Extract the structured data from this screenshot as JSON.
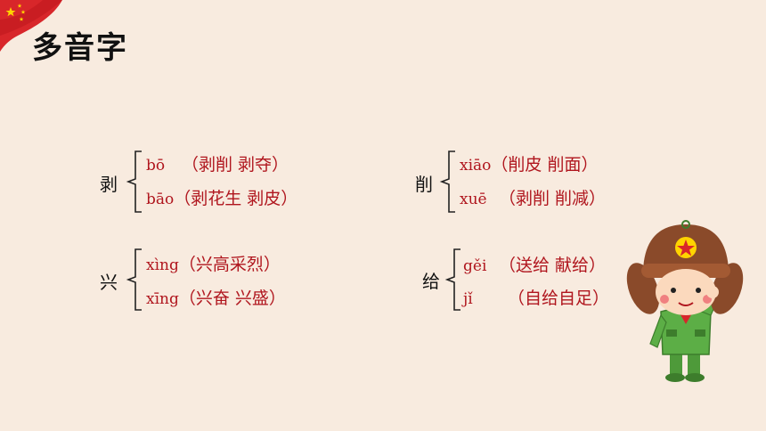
{
  "page": {
    "title": "多音字",
    "accent_color": "#b0161e",
    "background_color": "#f8ebdf"
  },
  "groups": [
    {
      "char": "剥",
      "readings": [
        {
          "pinyin": "bō",
          "words": "（剥削 剥夺）"
        },
        {
          "pinyin": "bāo",
          "words": "（剥花生 剥皮）"
        }
      ]
    },
    {
      "char": "削",
      "readings": [
        {
          "pinyin": "xiāo",
          "words": "（削皮 削面）"
        },
        {
          "pinyin": "xuē",
          "words": "（剥削 削减）"
        }
      ]
    },
    {
      "char": "兴",
      "readings": [
        {
          "pinyin": "xìng",
          "words": "（兴高采烈）"
        },
        {
          "pinyin": "xīng",
          "words": "（兴奋 兴盛）"
        }
      ]
    },
    {
      "char": "给",
      "readings": [
        {
          "pinyin": "gěi",
          "words": "（送给 献给）"
        },
        {
          "pinyin": "jǐ",
          "words": "（自给自足）"
        }
      ]
    }
  ],
  "decorations": {
    "flag_icon": "flag-icon",
    "mascot_icon": "cartoon-soldier-icon"
  }
}
